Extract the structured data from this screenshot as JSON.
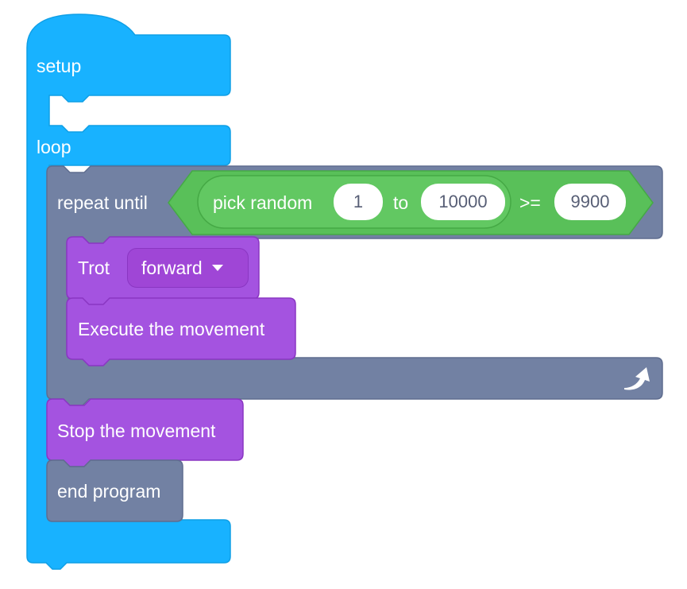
{
  "blocks": {
    "setup": "setup",
    "loop": "loop",
    "repeat_until": "repeat until",
    "pick_random": "pick random",
    "random_from": "1",
    "to_label": "to",
    "random_to": "10000",
    "comparison": ">=",
    "threshold": "9900",
    "trot_label": "Trot",
    "trot_direction": "forward",
    "execute": "Execute the movement",
    "stop": "Stop the movement",
    "end_program": "end program"
  },
  "icons": {
    "repeat_arrow": "loop-arrow-icon",
    "dropdown_caret": "dropdown-caret-icon"
  },
  "colors": {
    "event_blue": "#18b2ff",
    "control_gray": "#7281a3",
    "operator_green": "#59c059",
    "motion_purple": "#a453e0"
  }
}
